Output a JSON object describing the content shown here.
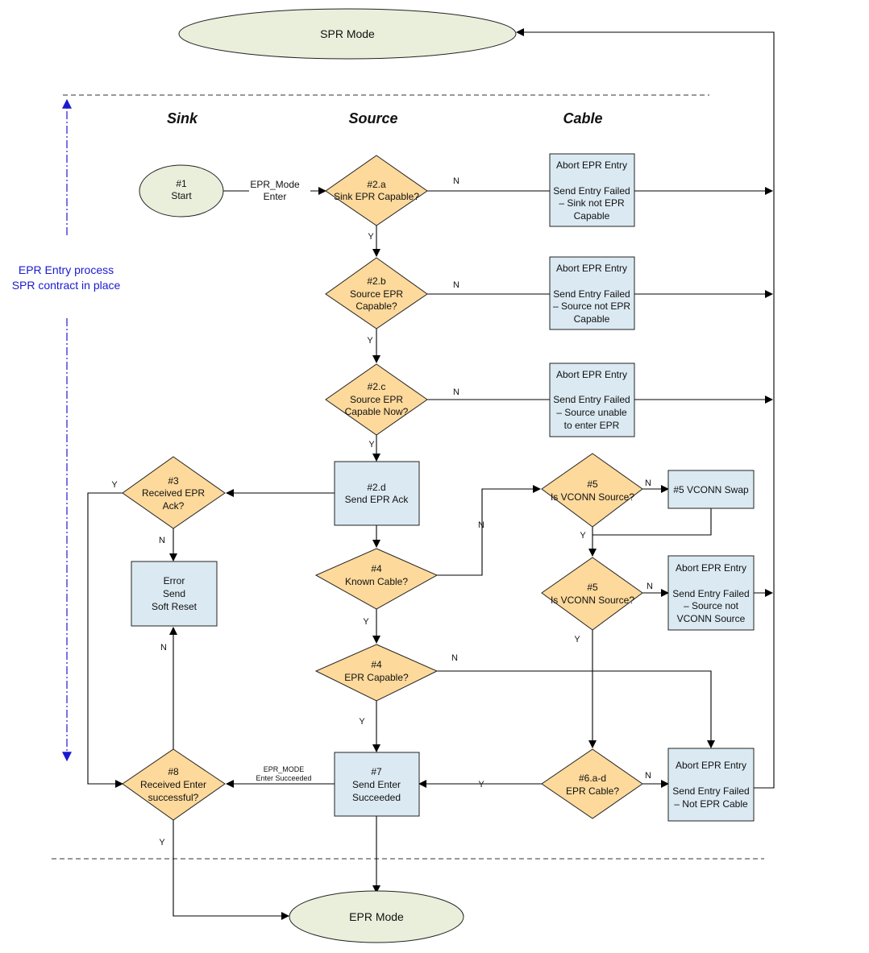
{
  "lanes": {
    "sink": "Sink",
    "source": "Source",
    "cable": "Cable"
  },
  "side_label": {
    "line1": "EPR Entry process",
    "line2": "SPR contract in place"
  },
  "terminals": {
    "spr_mode": "SPR Mode",
    "epr_mode": "EPR Mode",
    "start": [
      "#1",
      "Start"
    ]
  },
  "decisions": {
    "d2a": [
      "#2.a",
      "Sink EPR Capable?"
    ],
    "d2b": [
      "#2.b",
      "Source EPR",
      "Capable?"
    ],
    "d2c": [
      "#2.c",
      "Source EPR",
      "Capable Now?"
    ],
    "d3": [
      "#3",
      "Received EPR",
      "Ack?"
    ],
    "d4a": [
      "#4",
      "Known Cable?"
    ],
    "d4b": [
      "#4",
      "EPR Capable?"
    ],
    "d5a": [
      "#5",
      "Is VCONN Source?"
    ],
    "d5b": [
      "#5",
      "Is VCONN Source?"
    ],
    "d6": [
      "#6.a-d",
      "EPR Cable?"
    ],
    "d8": [
      "#8",
      "Received Enter",
      "successful?"
    ]
  },
  "processes": {
    "abort1": [
      "Abort EPR Entry",
      "",
      "Send Entry Failed",
      "– Sink not EPR",
      "Capable"
    ],
    "abort2": [
      "Abort EPR Entry",
      "",
      "Send Entry Failed",
      "– Source not EPR",
      "Capable"
    ],
    "abort3": [
      "Abort EPR Entry",
      "",
      "Send Entry Failed",
      "– Source unable",
      "to enter EPR"
    ],
    "p2d": [
      "#2.d",
      "Send EPR Ack"
    ],
    "vswap": [
      "#5 VCONN Swap"
    ],
    "abort4": [
      "Abort EPR Entry",
      "",
      "Send Entry Failed",
      "– Source not",
      "VCONN Source"
    ],
    "error": [
      "Error",
      "Send",
      "Soft Reset"
    ],
    "p7": [
      "#7",
      "Send Enter",
      "Succeeded"
    ],
    "abort5": [
      "Abort EPR Entry",
      "",
      "Send Entry Failed",
      "– Not EPR Cable"
    ]
  },
  "edge_labels": {
    "epr_mode_enter": [
      "EPR_Mode",
      "Enter"
    ],
    "epr_mode_enter_succeeded": [
      "EPR_MODE",
      "Enter Succeeded"
    ],
    "yes": "Y",
    "no": "N"
  },
  "colors": {
    "decision_fill": "#fdd99b",
    "process_fill": "#dbe9f2",
    "terminal_fill": "#e9efdb",
    "side_label": "#1a1ad0"
  }
}
